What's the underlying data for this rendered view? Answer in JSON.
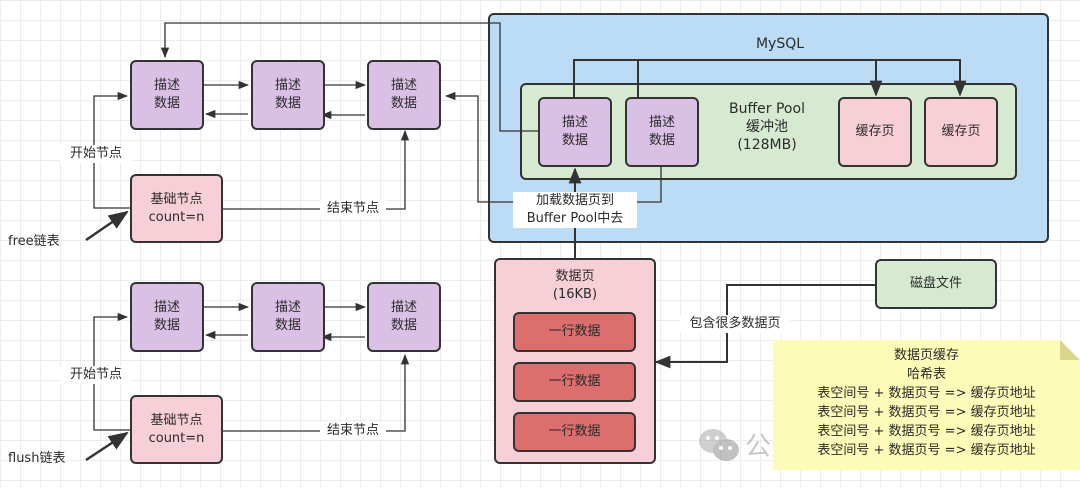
{
  "mysql": {
    "title": "MySQL",
    "buffer_pool": {
      "label": "Buffer Pool\n缓冲池\n(128MB)",
      "descriptors": [
        "描述\n数据",
        "描述\n数据"
      ],
      "cache_pages": [
        "缓存页",
        "缓存页"
      ]
    },
    "load_label": "加载数据页到\nBuffer Pool中去"
  },
  "free_list": {
    "name": "free链表",
    "nodes": [
      "描述\n数据",
      "描述\n数据",
      "描述\n数据"
    ],
    "base_node": "基础节点\ncount=n",
    "start_label": "开始节点",
    "end_label": "结束节点"
  },
  "flush_list": {
    "name": "flush链表",
    "nodes": [
      "描述\n数据",
      "描述\n数据",
      "描述\n数据"
    ],
    "base_node": "基础节点\ncount=n",
    "start_label": "开始节点",
    "end_label": "结束节点"
  },
  "data_page": {
    "title": "数据页\n(16KB)",
    "rows": [
      "一行数据",
      "一行数据",
      "一行数据"
    ]
  },
  "disk_file": {
    "label": "磁盘文件",
    "edge_label": "包含很多数据页"
  },
  "hash_note": {
    "title": "数据页缓存",
    "subtitle": "哈希表",
    "entries": [
      "表空间号 + 数据页号 => 缓存页地址",
      "表空间号 + 数据页号 => 缓存页地址",
      "表空间号 + 数据页号 => 缓存页地址",
      "表空间号 + 数据页号 => 缓存页地址"
    ]
  },
  "watermark": {
    "icon": "wechat-icon",
    "text": "公众号"
  },
  "colors": {
    "descriptor": "#dbc0e6",
    "base_node": "#f7cfd6",
    "mysql_bg": "#bcdcf5",
    "pool_bg": "#d6ead2",
    "row": "#dd6e6e",
    "note": "#fdfbb8"
  }
}
